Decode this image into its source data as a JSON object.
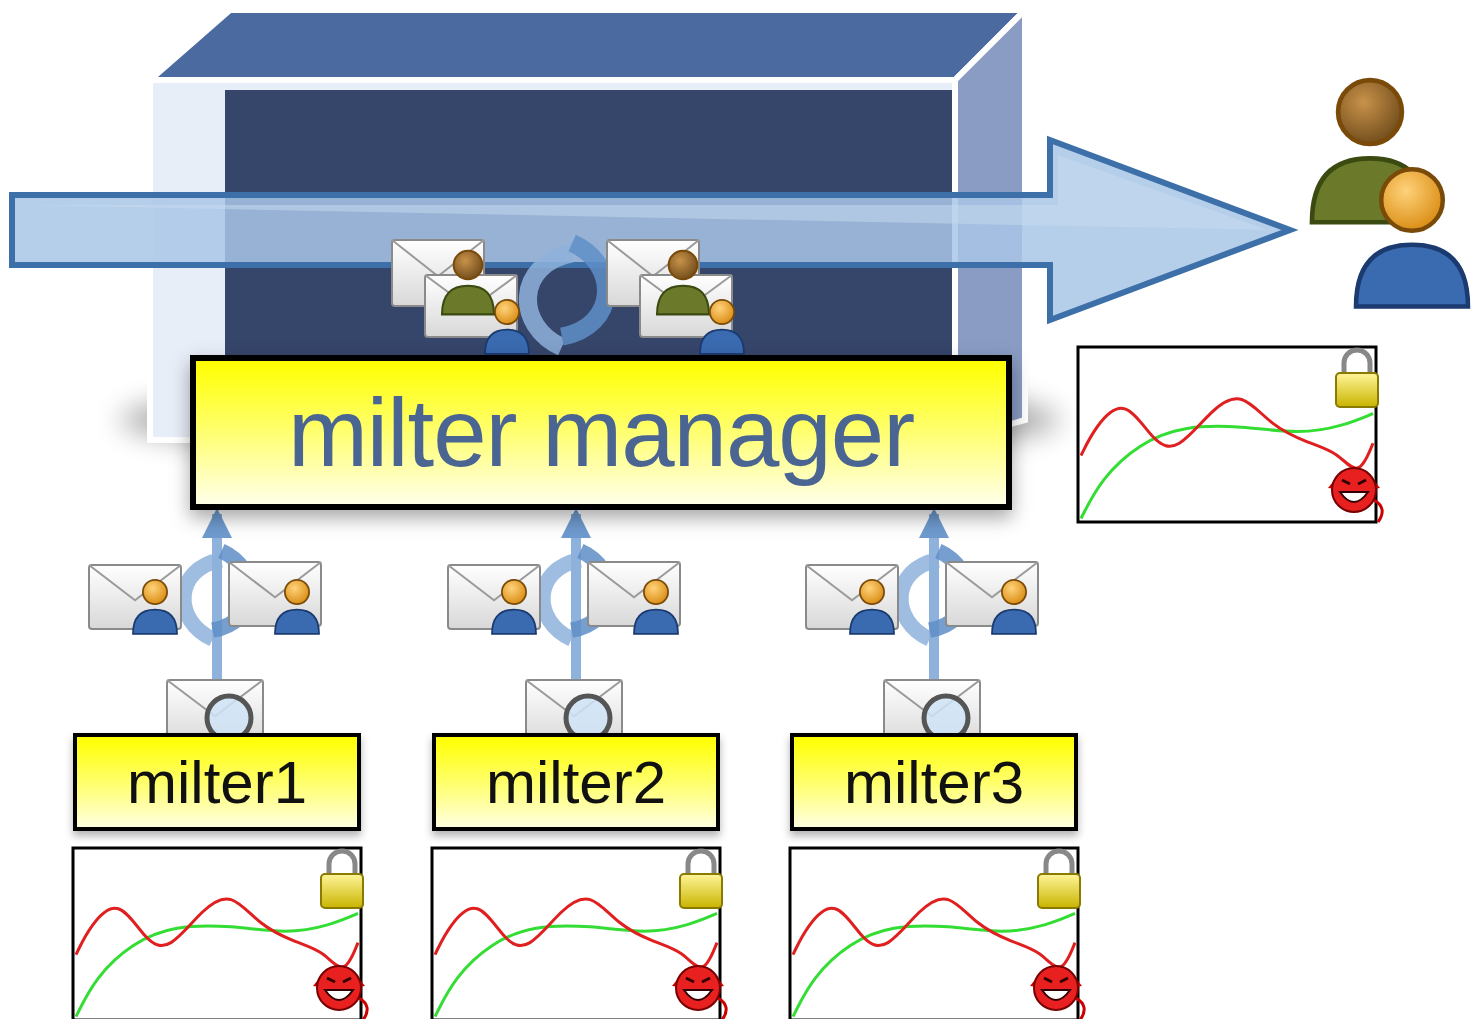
{
  "diagram": {
    "nodes": [
      {
        "text": [
          "milter manager"
        ]
      },
      {
        "text": [
          "milter1"
        ]
      },
      {
        "text": [
          "milter2"
        ]
      },
      {
        "text": [
          "milter3"
        ]
      }
    ],
    "edges": [
      {
        "from": 0,
        "to": 1,
        "arrow": "both"
      },
      {
        "from": 0,
        "to": 2,
        "arrow": "both"
      },
      {
        "from": 0,
        "to": 3,
        "arrow": "both"
      }
    ]
  }
}
